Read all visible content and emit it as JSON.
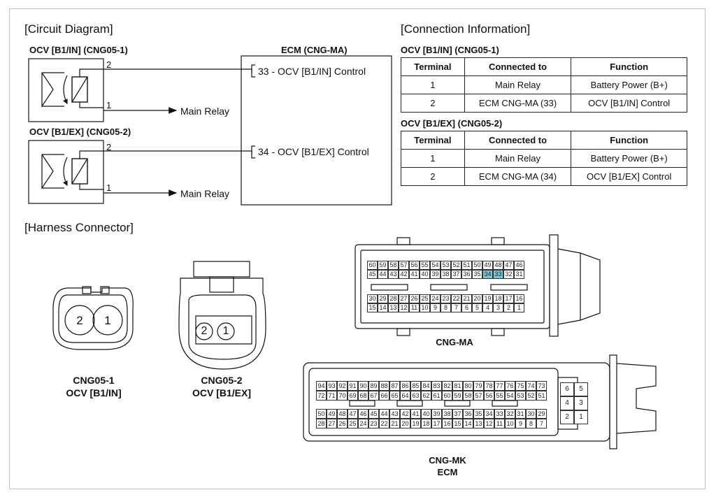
{
  "headings": {
    "circuit": "[Circuit Diagram]",
    "connection": "[Connection Information]",
    "harness": "[Harness Connector]"
  },
  "circuit": {
    "ocv_in_title": "OCV [B1/IN] (CNG05-1)",
    "ocv_ex_title": "OCV [B1/EX] (CNG05-2)",
    "ecm_title": "ECM (CNG-MA)",
    "pin2_in": "2",
    "pin1_in": "1",
    "pin2_ex": "2",
    "pin1_ex": "1",
    "main_relay_1": "Main Relay",
    "main_relay_2": "Main Relay",
    "ecm_pin_33": "33 - OCV [B1/IN] Control",
    "ecm_pin_34": "34 - OCV [B1/EX] Control"
  },
  "connection_tables": [
    {
      "title": "OCV [B1/IN] (CNG05-1)",
      "headers": [
        "Terminal",
        "Connected to",
        "Function"
      ],
      "rows": [
        [
          "1",
          "Main Relay",
          "Battery Power (B+)"
        ],
        [
          "2",
          "ECM CNG-MA (33)",
          "OCV [B1/IN] Control"
        ]
      ]
    },
    {
      "title": "OCV [B1/EX] (CNG05-2)",
      "headers": [
        "Terminal",
        "Connected to",
        "Function"
      ],
      "rows": [
        [
          "1",
          "Main Relay",
          "Battery Power (B+)"
        ],
        [
          "2",
          "ECM CNG-MA (34)",
          "OCV [B1/EX] Control"
        ]
      ]
    }
  ],
  "harness": {
    "cng05_1": {
      "pin_left": "2",
      "pin_right": "1",
      "label_line1": "CNG05-1",
      "label_line2": "OCV [B1/IN]"
    },
    "cng05_2": {
      "pin_left": "2",
      "pin_right": "1",
      "label_line1": "CNG05-2",
      "label_line2": "OCV [B1/EX]"
    },
    "cng_ma": {
      "label": "CNG-MA",
      "highlight_color": "#7cc5d4",
      "highlighted_pins": [
        "33",
        "34"
      ],
      "rows": [
        [
          "60",
          "59",
          "58",
          "57",
          "56",
          "55",
          "54",
          "53",
          "52",
          "51",
          "50",
          "49",
          "48",
          "47",
          "46"
        ],
        [
          "45",
          "44",
          "43",
          "42",
          "41",
          "40",
          "39",
          "38",
          "37",
          "36",
          "35",
          "34",
          "33",
          "32",
          "31"
        ],
        [
          "30",
          "29",
          "28",
          "27",
          "26",
          "25",
          "24",
          "23",
          "22",
          "21",
          "20",
          "19",
          "18",
          "17",
          "16"
        ],
        [
          "15",
          "14",
          "13",
          "12",
          "11",
          "10",
          "9",
          "8",
          "7",
          "6",
          "5",
          "4",
          "3",
          "2",
          "1"
        ]
      ]
    },
    "cng_mk": {
      "label_line1": "CNG-MK",
      "label_line2": "ECM",
      "rows": [
        [
          "94",
          "93",
          "92",
          "91",
          "90",
          "89",
          "88",
          "87",
          "86",
          "85",
          "84",
          "83",
          "82",
          "81",
          "80",
          "79",
          "78",
          "77",
          "76",
          "75",
          "74",
          "73"
        ],
        [
          "72",
          "71",
          "70",
          "69",
          "68",
          "67",
          "66",
          "65",
          "64",
          "63",
          "62",
          "61",
          "60",
          "59",
          "58",
          "57",
          "56",
          "55",
          "54",
          "53",
          "52",
          "51"
        ],
        [
          "50",
          "49",
          "48",
          "47",
          "46",
          "45",
          "44",
          "43",
          "42",
          "41",
          "40",
          "39",
          "38",
          "37",
          "36",
          "35",
          "34",
          "33",
          "32",
          "31",
          "30",
          "29"
        ],
        [
          "28",
          "27",
          "26",
          "25",
          "24",
          "23",
          "22",
          "21",
          "20",
          "19",
          "18",
          "17",
          "16",
          "15",
          "14",
          "13",
          "12",
          "11",
          "10",
          "9",
          "8",
          "7"
        ]
      ],
      "side_rows": [
        [
          "6",
          "5"
        ],
        [
          "4",
          "3"
        ],
        [
          "2",
          "1"
        ]
      ]
    }
  }
}
